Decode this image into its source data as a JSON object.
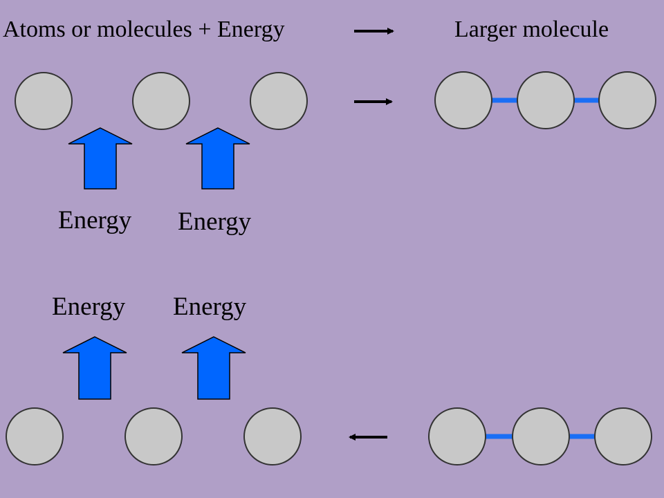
{
  "header": {
    "reactants": "Atoms or molecules + Energy",
    "product": "Larger molecule"
  },
  "energy_labels": [
    "Energy",
    "Energy",
    "Energy",
    "Energy"
  ],
  "colors": {
    "background": "#b09fc7",
    "atom_fill": "#c8c8c8",
    "atom_stroke": "#333333",
    "bond": "#1a6ef5",
    "energy_arrow": "#0066ff",
    "reaction_arrow": "#000000"
  }
}
